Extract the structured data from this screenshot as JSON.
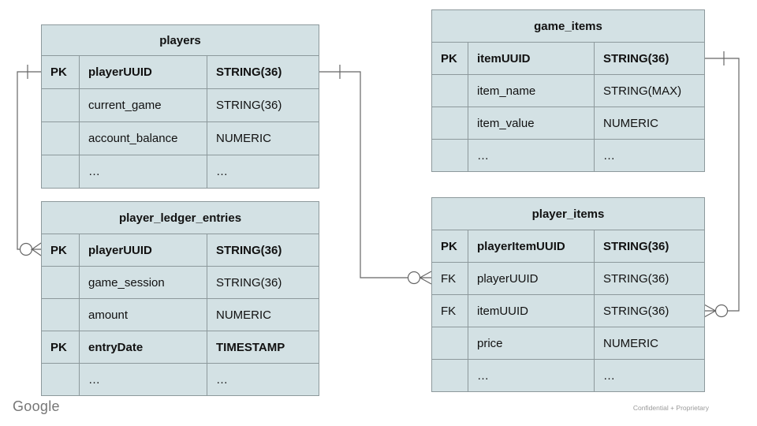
{
  "tables": {
    "players": {
      "title": "players",
      "rows": [
        {
          "key": "PK",
          "name": "playerUUID",
          "type": "STRING(36)"
        },
        {
          "key": "",
          "name": "current_game",
          "type": "STRING(36)"
        },
        {
          "key": "",
          "name": "account_balance",
          "type": "NUMERIC"
        },
        {
          "key": "",
          "name": "…",
          "type": "…"
        }
      ]
    },
    "game_items": {
      "title": "game_items",
      "rows": [
        {
          "key": "PK",
          "name": "itemUUID",
          "type": "STRING(36)"
        },
        {
          "key": "",
          "name": "item_name",
          "type": "STRING(MAX)"
        },
        {
          "key": "",
          "name": "item_value",
          "type": "NUMERIC"
        },
        {
          "key": "",
          "name": "…",
          "type": "…"
        }
      ]
    },
    "player_ledger_entries": {
      "title": "player_ledger_entries",
      "rows": [
        {
          "key": "PK",
          "name": "playerUUID",
          "type": "STRING(36)"
        },
        {
          "key": "",
          "name": "game_session",
          "type": "STRING(36)"
        },
        {
          "key": "",
          "name": "amount",
          "type": "NUMERIC"
        },
        {
          "key": "PK",
          "name": "entryDate",
          "type": "TIMESTAMP"
        },
        {
          "key": "",
          "name": "…",
          "type": "…"
        }
      ]
    },
    "player_items": {
      "title": "player_items",
      "rows": [
        {
          "key": "PK",
          "name": "playerItemUUID",
          "type": "STRING(36)"
        },
        {
          "key": "FK",
          "name": "playerUUID",
          "type": "STRING(36)"
        },
        {
          "key": "FK",
          "name": "itemUUID",
          "type": "STRING(36)"
        },
        {
          "key": "",
          "name": "price",
          "type": "NUMERIC"
        },
        {
          "key": "",
          "name": "…",
          "type": "…"
        }
      ]
    }
  },
  "relationships": [
    {
      "from_table": "players",
      "from_column": "playerUUID",
      "to_table": "player_ledger_entries",
      "to_column": "playerUUID",
      "from_cardinality": "one",
      "to_cardinality": "zero-or-many"
    },
    {
      "from_table": "players",
      "from_column": "playerUUID",
      "to_table": "player_items",
      "to_column": "playerUUID",
      "from_cardinality": "one",
      "to_cardinality": "zero-or-many"
    },
    {
      "from_table": "game_items",
      "from_column": "itemUUID",
      "to_table": "player_items",
      "to_column": "itemUUID",
      "from_cardinality": "one",
      "to_cardinality": "zero-or-many"
    }
  ],
  "footer": {
    "brand": "Google",
    "classification": "Confidential + Proprietary"
  },
  "colors": {
    "table_fill": "#d3e1e4",
    "table_border": "#8d999c",
    "connector": "#666666",
    "background": "#ffffff"
  }
}
